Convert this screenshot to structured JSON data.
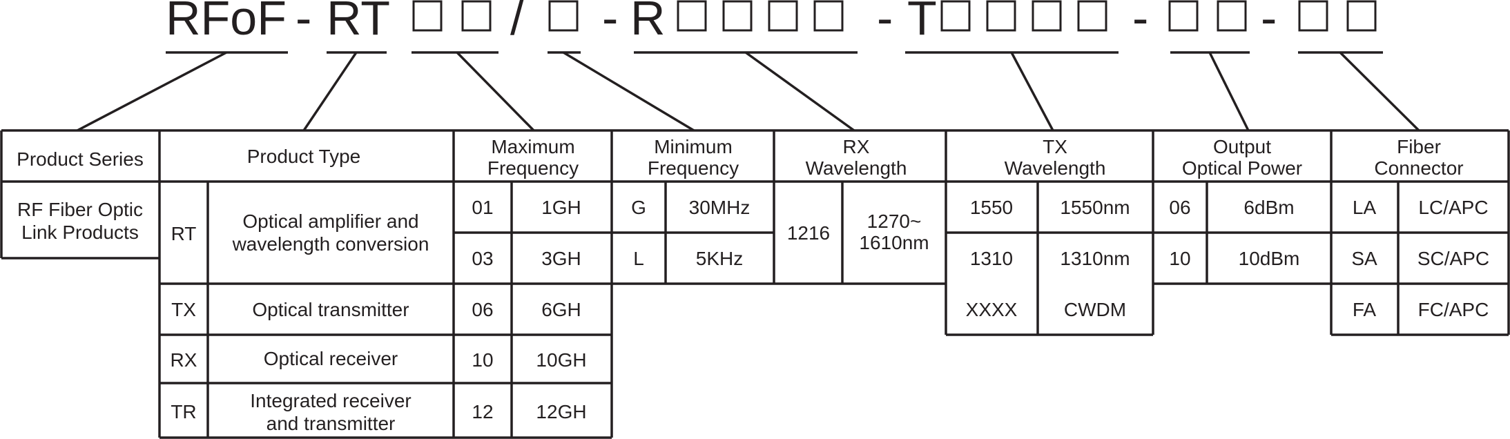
{
  "code_parts": [
    "RFoF",
    "-",
    "RT",
    "/",
    "-",
    "R",
    "-",
    "T",
    "-",
    "-"
  ],
  "header": {
    "product_series": "Product Series",
    "product_type": "Product Type",
    "max_freq": [
      "Maximum",
      "Frequency"
    ],
    "min_freq": [
      "Minimum",
      "Frequency"
    ],
    "rx_wavelength": [
      "RX",
      "Wavelength"
    ],
    "tx_wavelength": [
      "TX",
      "Wavelength"
    ],
    "output_power": [
      "Output",
      "Optical Power"
    ],
    "fiber_connector": [
      "Fiber",
      "Connector"
    ]
  },
  "product_series": [
    "RF Fiber Optic",
    "Link Products"
  ],
  "product_type": [
    {
      "code": "RT",
      "desc": [
        "Optical amplifier and",
        "wavelength conversion"
      ]
    },
    {
      "code": "TX",
      "desc": [
        "Optical transmitter"
      ]
    },
    {
      "code": "RX",
      "desc": [
        "Optical receiver"
      ]
    },
    {
      "code": "TR",
      "desc": [
        "Integrated receiver",
        "and transmitter"
      ]
    }
  ],
  "max_frequency": [
    {
      "code": "01",
      "value": "1GH"
    },
    {
      "code": "03",
      "value": "3GH"
    },
    {
      "code": "06",
      "value": "6GH"
    },
    {
      "code": "10",
      "value": "10GH"
    },
    {
      "code": "12",
      "value": "12GH"
    }
  ],
  "min_frequency": [
    {
      "code": "G",
      "value": "30MHz"
    },
    {
      "code": "L",
      "value": "5KHz"
    }
  ],
  "rx_wavelength": {
    "code": "1216",
    "value": [
      "1270~",
      "1610nm"
    ]
  },
  "tx_wavelength": [
    {
      "code": "1550",
      "value": "1550nm"
    },
    {
      "code": "1310",
      "value": "1310nm"
    },
    {
      "code": "XXXX",
      "value": "CWDM"
    }
  ],
  "output_power": [
    {
      "code": "06",
      "value": "6dBm"
    },
    {
      "code": "10",
      "value": "10dBm"
    }
  ],
  "fiber_connector": [
    {
      "code": "LA",
      "value": "LC/APC"
    },
    {
      "code": "SA",
      "value": "SC/APC"
    },
    {
      "code": "FA",
      "value": "FC/APC"
    }
  ]
}
